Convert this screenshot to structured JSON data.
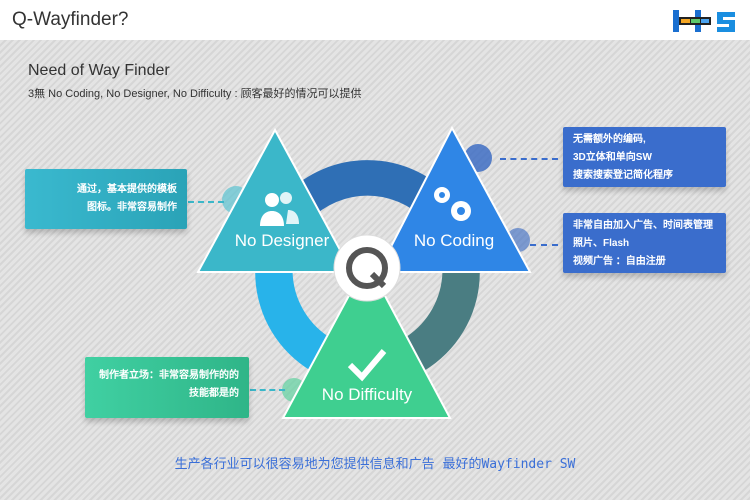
{
  "header": {
    "title": "Q-Wayfinder?",
    "logo": "NDS"
  },
  "heading": "Need of Way Finder",
  "subheading": "3無 No Coding, No Designer, No Difficulty : 顾客最好的情况可以提供",
  "triangles": {
    "designer": "No Designer",
    "coding": "No Coding",
    "difficulty": "No Difficulty"
  },
  "boxes": {
    "designer": [
      "通过，基本提供的模板",
      "图标。非常容易制作"
    ],
    "coding1": [
      "无需额外的编码,",
      "3D立体和单向SW",
      "搜索搜索登记简化程序"
    ],
    "coding2": [
      "非常自由加入广告、时间表管理",
      "照片、Flash",
      "视频广告 ：自由注册"
    ],
    "difficulty": [
      "制作者立场：非常容易制作的的",
      "技能都是的"
    ]
  },
  "footer": "生产各行业可以很容易地为您提供信息和广告 最好的Wayfinder SW",
  "colors": {
    "teal": "#3bb7c9",
    "blue": "#2f86e6",
    "green": "#3fcf90",
    "box_blue": "#3a6dcc"
  }
}
